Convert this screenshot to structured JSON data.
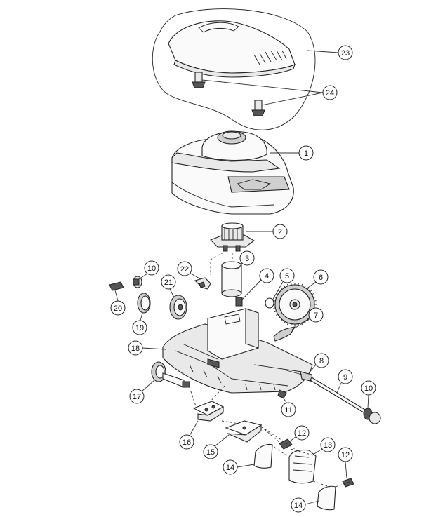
{
  "diagram": {
    "callouts": [
      {
        "id": "c23",
        "label": "23"
      },
      {
        "id": "c24",
        "label": "24"
      },
      {
        "id": "c1",
        "label": "1"
      },
      {
        "id": "c2",
        "label": "2"
      },
      {
        "id": "c3",
        "label": "3"
      },
      {
        "id": "c22",
        "label": "22"
      },
      {
        "id": "c10a",
        "label": "10"
      },
      {
        "id": "c21",
        "label": "21"
      },
      {
        "id": "c4",
        "label": "4"
      },
      {
        "id": "c5",
        "label": "5"
      },
      {
        "id": "c6",
        "label": "6"
      },
      {
        "id": "c20",
        "label": "20"
      },
      {
        "id": "c7",
        "label": "7"
      },
      {
        "id": "c19",
        "label": "19"
      },
      {
        "id": "c18",
        "label": "18"
      },
      {
        "id": "c8",
        "label": "8"
      },
      {
        "id": "c9",
        "label": "9"
      },
      {
        "id": "c10b",
        "label": "10"
      },
      {
        "id": "c17",
        "label": "17"
      },
      {
        "id": "c11",
        "label": "11"
      },
      {
        "id": "c12a",
        "label": "12"
      },
      {
        "id": "c16",
        "label": "16"
      },
      {
        "id": "c13",
        "label": "13"
      },
      {
        "id": "c15",
        "label": "15"
      },
      {
        "id": "c12b",
        "label": "12"
      },
      {
        "id": "c14a",
        "label": "14"
      },
      {
        "id": "c14b",
        "label": "14"
      }
    ]
  }
}
